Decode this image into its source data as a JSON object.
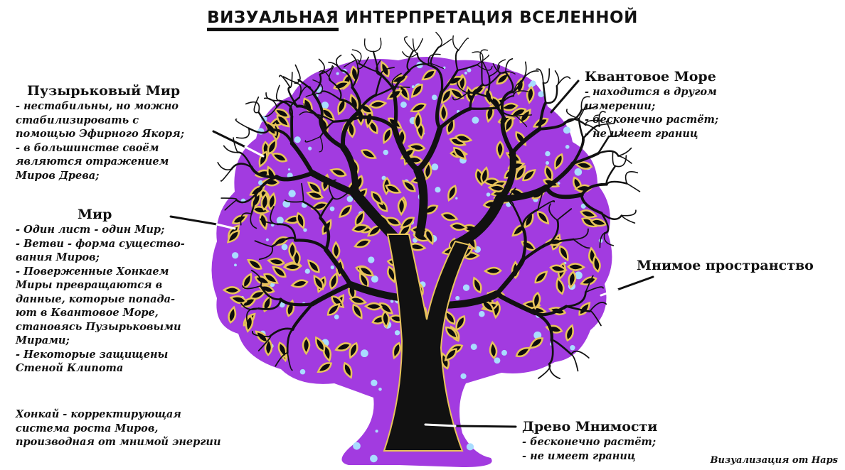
{
  "title": {
    "underlined": "ВИЗУАЛЬНАЯ",
    "rest": "ИНТЕРПРЕТАЦИЯ ВСЕЛЕННОЙ"
  },
  "bubble_world": {
    "heading": "Пузырьковый Мир",
    "lines": [
      "- нестабильны, но можно",
      "стабилизировать с",
      "помощью Эфирного Якоря;",
      "- в большинстве своём",
      "являются отражением",
      "Миров Древа;"
    ]
  },
  "world": {
    "heading": "Мир",
    "lines": [
      "- Один лист - один Мир;",
      "- Ветви - форма существо-",
      "вания Миров;",
      "- Поверженные Хонкаем",
      "Миры превращаются в",
      "данные, которые попада-",
      "ют в Квантовое Море,",
      "становясь Пузырьковыми",
      "Мирами;",
      "- Некоторые защищены",
      "Стеной Клипота"
    ]
  },
  "honkai_note": {
    "lines": [
      "Хонкай - корректирующая",
      "система роста Миров,",
      "производная от мнимой энергии"
    ]
  },
  "quantum_sea": {
    "heading": "Квантовое Море",
    "lines": [
      "- находится в другом",
      "измерении;",
      "- бесконечно растёт;",
      "- не имеет границ"
    ]
  },
  "imaginary_space": {
    "heading": "Мнимое пространство"
  },
  "imaginary_tree": {
    "heading": "Древо Мнимости",
    "lines": [
      "- бесконечно растёт;",
      "- не имеет границ"
    ]
  },
  "credit": "Визуализация от Haps",
  "colors": {
    "aura": "#a23be0",
    "aura_light": "#c46cf0",
    "leaf": "#0d0d0d",
    "leaf_outline": "#e8c45a",
    "bubble": "#a9dcff"
  }
}
